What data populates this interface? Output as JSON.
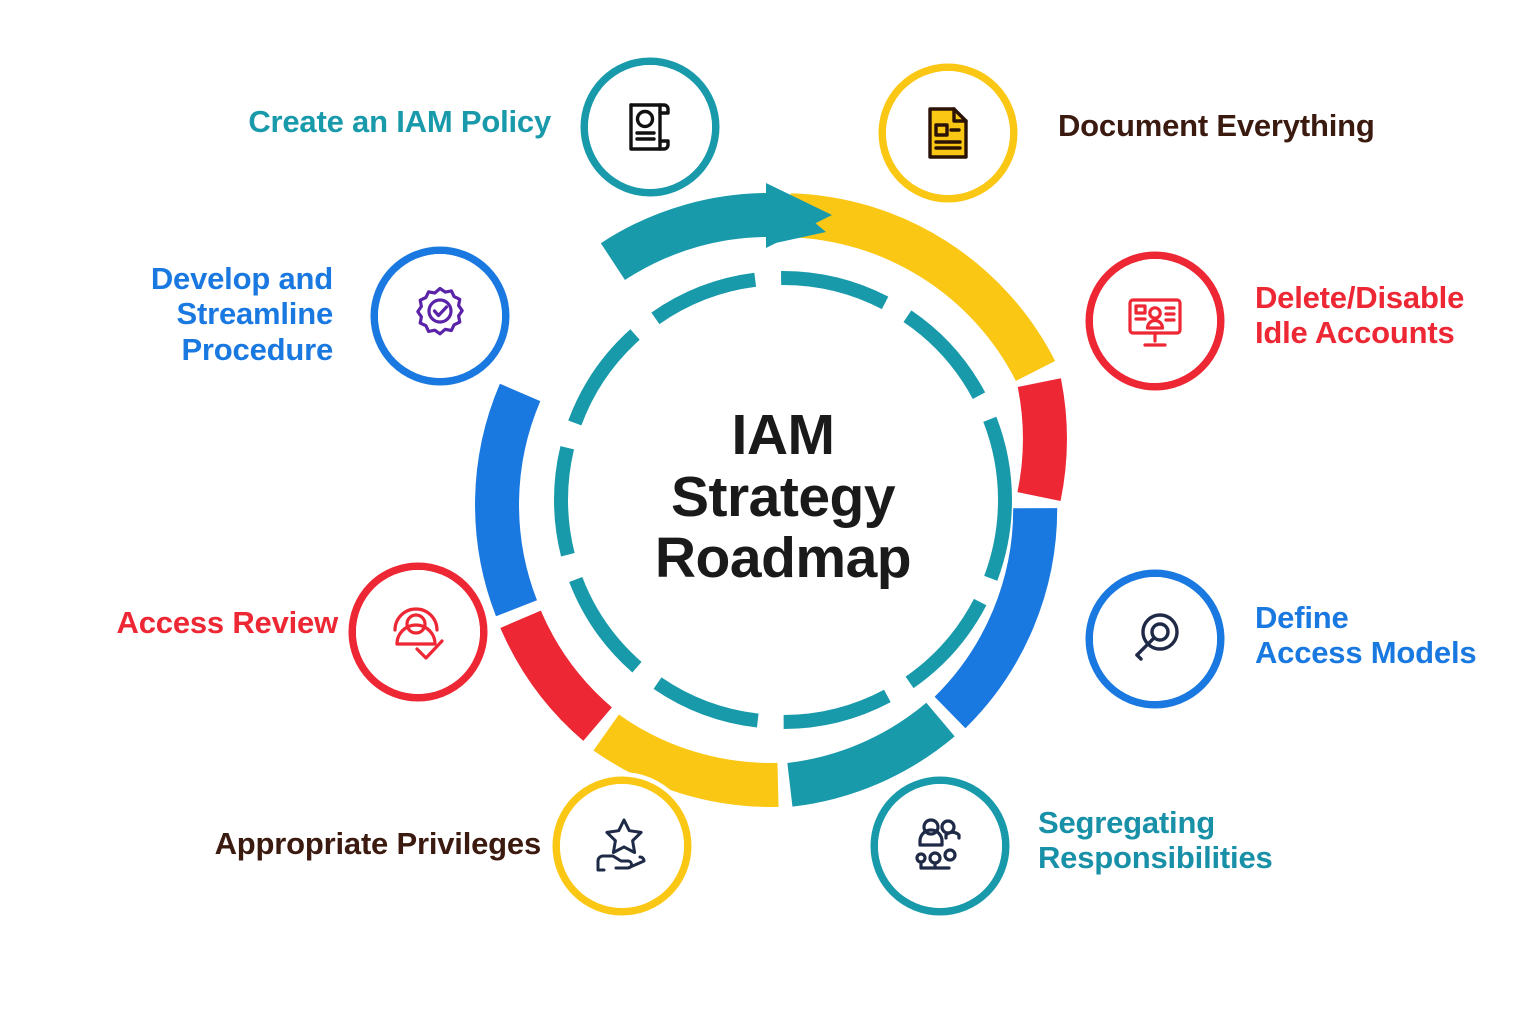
{
  "diagram": {
    "center_title": "IAM\nStrategy\nRoadmap",
    "type": "cycle-wheel",
    "ring": {
      "outer_segments": 8,
      "inner_ring_style": "dashed",
      "inner_ring_color": "#189AAB",
      "arrow_on_segment": "create-an-iam-policy"
    },
    "palette": {
      "teal": "#189AAB",
      "yellow": "#FBC715",
      "red": "#ED2733",
      "blue": "#1A79E0",
      "purple": "#5B23A8",
      "navy": "#1F2A47",
      "dark_brown": "#3B1A10",
      "black": "#1a1a1a",
      "white": "#FFFFFF"
    },
    "nodes": [
      {
        "id": "create-an-iam-policy",
        "label": "Create an IAM Policy",
        "label_color": "#189AAB",
        "ring_color": "#189AAB",
        "icon": "scroll-policy-icon",
        "icon_color": "#111111",
        "label_side": "left"
      },
      {
        "id": "document-everything",
        "label": "Document Everything",
        "label_color": "#3B1A10",
        "ring_color": "#FBC715",
        "icon": "document-page-icon",
        "icon_color": "#2A1206",
        "label_side": "right"
      },
      {
        "id": "delete-disable-idle-accounts",
        "label": "Delete/Disable\nIdle Accounts",
        "label_color": "#ED2733",
        "ring_color": "#ED2733",
        "icon": "monitor-user-card-icon",
        "icon_color": "#ED2733",
        "label_side": "right"
      },
      {
        "id": "define-access-models",
        "label": "Define\nAccess Models",
        "label_color": "#1A79E0",
        "ring_color": "#1A79E0",
        "icon": "key-access-icon",
        "icon_color": "#1F2A47",
        "label_side": "right"
      },
      {
        "id": "segregating-responsibilities",
        "label": "Segregating\nResponsibilities",
        "label_color": "#1790A8",
        "ring_color": "#189AAB",
        "icon": "people-org-chart-icon",
        "icon_color": "#1F2A47",
        "label_side": "right"
      },
      {
        "id": "appropriate-privileges",
        "label": "Appropriate Privileges",
        "label_color": "#3B1A10",
        "ring_color": "#FBC715",
        "icon": "hand-star-icon",
        "icon_color": "#1F2A47",
        "label_side": "left"
      },
      {
        "id": "access-review",
        "label": "Access Review",
        "label_color": "#ED2733",
        "ring_color": "#ED2733",
        "icon": "user-check-icon",
        "icon_color": "#ED2733",
        "label_side": "left"
      },
      {
        "id": "develop-and-streamline-procedure",
        "label": "Develop and\nStreamline\nProcedure",
        "label_color": "#1A79E0",
        "ring_color": "#1A79E0",
        "icon": "gear-check-icon",
        "icon_color": "#5B23A8",
        "label_side": "left"
      }
    ],
    "outer_arc_colors": [
      "#189AAB",
      "#FBC715",
      "#ED2733",
      "#1A79E0",
      "#189AAB",
      "#FBC715",
      "#ED2733",
      "#1A79E0"
    ]
  }
}
